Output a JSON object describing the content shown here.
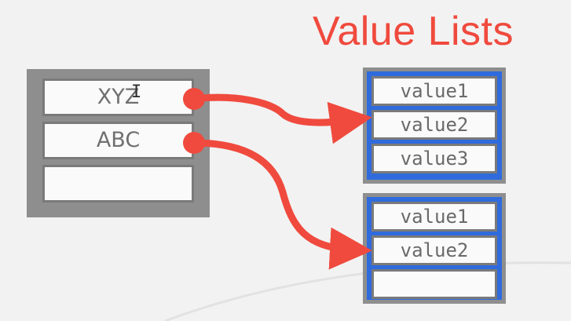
{
  "title": "Value Lists",
  "key_table": {
    "slots": [
      "XYZ",
      "ABC",
      ""
    ]
  },
  "value_lists": [
    {
      "values": [
        "value1",
        "value2",
        "value3"
      ]
    },
    {
      "values": [
        "value1",
        "value2",
        ""
      ]
    }
  ],
  "colors": {
    "title": "#f04a3e",
    "arrow": "#f04a3e",
    "list_fill": "#2f6bdc",
    "table_gray": "#8e8e8e"
  },
  "icons": {
    "cursor": "text-cursor-icon"
  }
}
